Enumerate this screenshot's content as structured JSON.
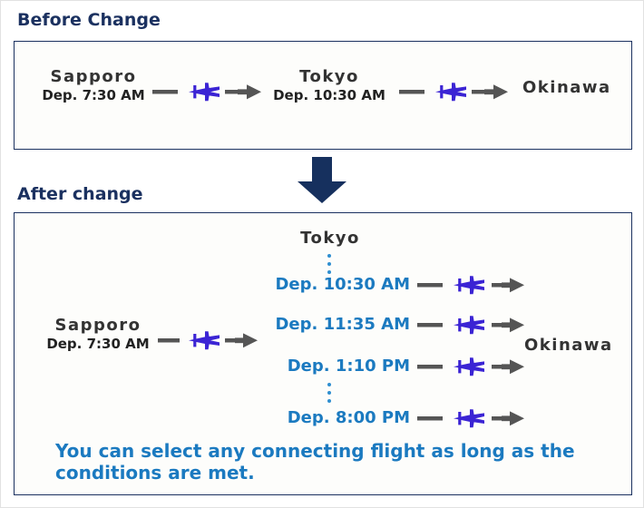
{
  "sections": {
    "before": {
      "title": "Before Change",
      "route": {
        "origin": {
          "city": "Sapporo",
          "departure": "Dep. 7:30 AM"
        },
        "connection": {
          "city": "Tokyo",
          "departure": "Dep. 10:30 AM"
        },
        "destination": {
          "city": "Okinawa"
        }
      }
    },
    "after": {
      "title": "After change",
      "origin": {
        "city": "Sapporo",
        "departure": "Dep. 7:30 AM"
      },
      "hub": {
        "city": "Tokyo"
      },
      "destination": {
        "city": "Okinawa"
      },
      "options": [
        {
          "departure": "Dep. 10:30 AM"
        },
        {
          "departure": "Dep. 11:35 AM"
        },
        {
          "departure": "Dep. 1:10 PM"
        },
        {
          "departure": "Dep. 8:00 PM"
        }
      ],
      "caption": "You can select any connecting flight as long as the conditions are met."
    }
  },
  "icons": {
    "airplane": "airplane-icon",
    "arrow_right": "arrow-right-icon",
    "arrow_down": "arrow-down-icon",
    "dots": "vertical-dots-icon"
  },
  "colors": {
    "heading_navy": "#1b3160",
    "panel_border": "#1b3160",
    "plane_blue": "#3b24d4",
    "arrow_gray": "#555555",
    "time_blue": "#1b7ac0",
    "city_dark": "#333333",
    "dots_blue": "#2f8fd0",
    "page_bg": "#ffffff"
  }
}
